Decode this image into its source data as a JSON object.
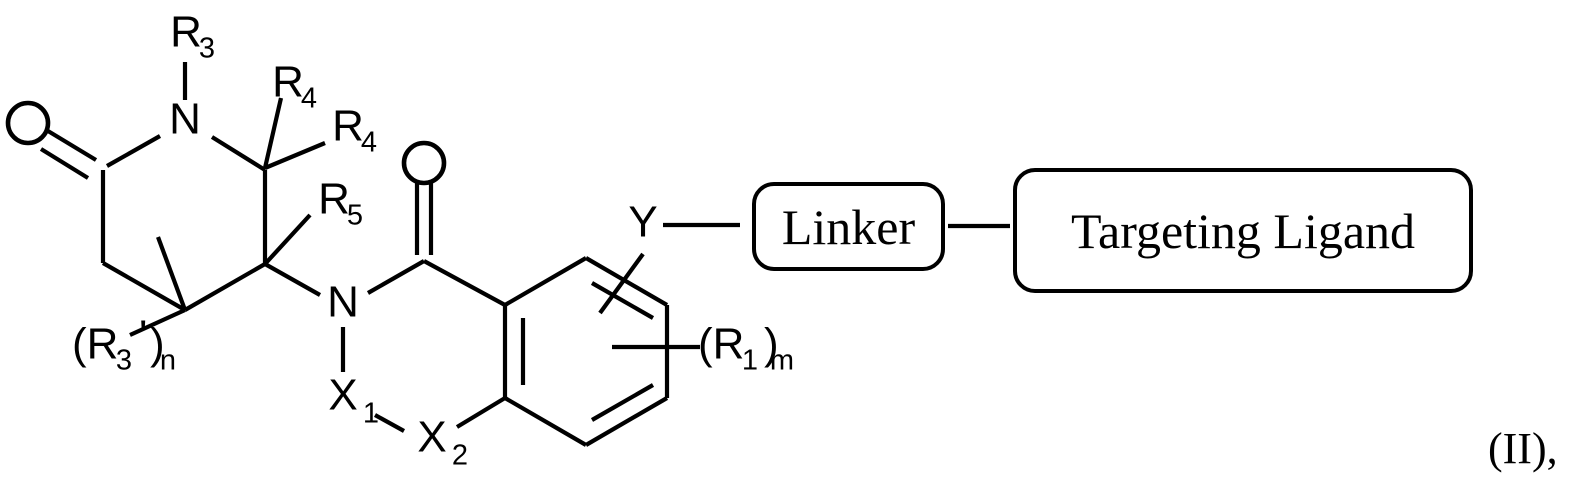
{
  "figure": {
    "kind": "chemical-structure-diagram",
    "formula_label": "(II),",
    "description": "Chemical structure of Formula II"
  },
  "atoms": {
    "oxygen_lactam": "O",
    "nitrogen_lactam": "N",
    "nitrogen_amide": "N",
    "oxygen_amide": "O",
    "x1": "X",
    "x1_sub": "1",
    "x2": "X",
    "x2_sub": "2",
    "y": "Y"
  },
  "substituents": {
    "r3": {
      "base": "R",
      "sub": "3"
    },
    "r4_upper": {
      "base": "R",
      "sub": "4"
    },
    "r4_lower": {
      "base": "R",
      "sub": "4"
    },
    "r5": {
      "base": "R",
      "sub": "5"
    },
    "r3_prime": {
      "text": "(R",
      "sub": "3",
      "prime": "'",
      "close": ")",
      "count": "n"
    },
    "r1": {
      "text": "(R",
      "sub": "1",
      "close": ")",
      "count": "m"
    }
  },
  "boxes": {
    "linker": "Linker",
    "targeting_ligand": "Targeting Ligand"
  },
  "colors": {
    "ink": "#000000",
    "background": "#ffffff"
  }
}
